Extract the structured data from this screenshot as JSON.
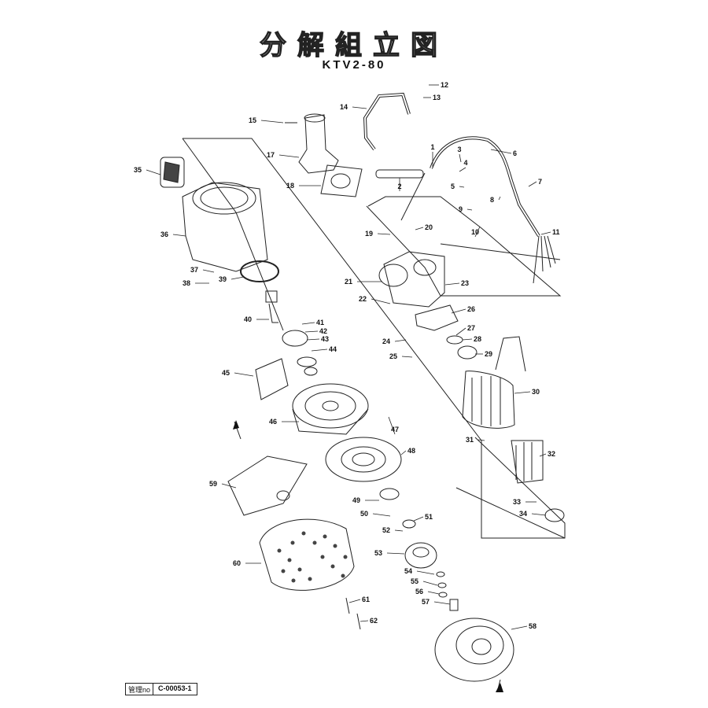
{
  "title": "分解組立図",
  "model": "KTV2-80",
  "management": {
    "label": "管理no",
    "number": "C-00053-1"
  },
  "parts": [
    {
      "no": "1"
    },
    {
      "no": "2"
    },
    {
      "no": "3"
    },
    {
      "no": "4"
    },
    {
      "no": "5"
    },
    {
      "no": "6"
    },
    {
      "no": "7"
    },
    {
      "no": "8"
    },
    {
      "no": "9"
    },
    {
      "no": "10"
    },
    {
      "no": "11"
    },
    {
      "no": "12"
    },
    {
      "no": "13"
    },
    {
      "no": "14"
    },
    {
      "no": "15"
    },
    {
      "no": "17"
    },
    {
      "no": "18"
    },
    {
      "no": "19"
    },
    {
      "no": "20"
    },
    {
      "no": "21"
    },
    {
      "no": "22"
    },
    {
      "no": "23"
    },
    {
      "no": "24"
    },
    {
      "no": "25"
    },
    {
      "no": "26"
    },
    {
      "no": "27"
    },
    {
      "no": "28"
    },
    {
      "no": "29"
    },
    {
      "no": "30"
    },
    {
      "no": "31"
    },
    {
      "no": "32"
    },
    {
      "no": "33"
    },
    {
      "no": "34"
    },
    {
      "no": "35"
    },
    {
      "no": "36"
    },
    {
      "no": "37"
    },
    {
      "no": "38"
    },
    {
      "no": "39"
    },
    {
      "no": "40"
    },
    {
      "no": "41"
    },
    {
      "no": "42"
    },
    {
      "no": "43"
    },
    {
      "no": "44"
    },
    {
      "no": "45"
    },
    {
      "no": "46"
    },
    {
      "no": "47"
    },
    {
      "no": "48"
    },
    {
      "no": "49"
    },
    {
      "no": "50"
    },
    {
      "no": "51"
    },
    {
      "no": "52"
    },
    {
      "no": "53"
    },
    {
      "no": "54"
    },
    {
      "no": "55"
    },
    {
      "no": "56"
    },
    {
      "no": "57"
    },
    {
      "no": "58"
    },
    {
      "no": "59"
    },
    {
      "no": "60"
    },
    {
      "no": "61"
    },
    {
      "no": "62"
    }
  ]
}
